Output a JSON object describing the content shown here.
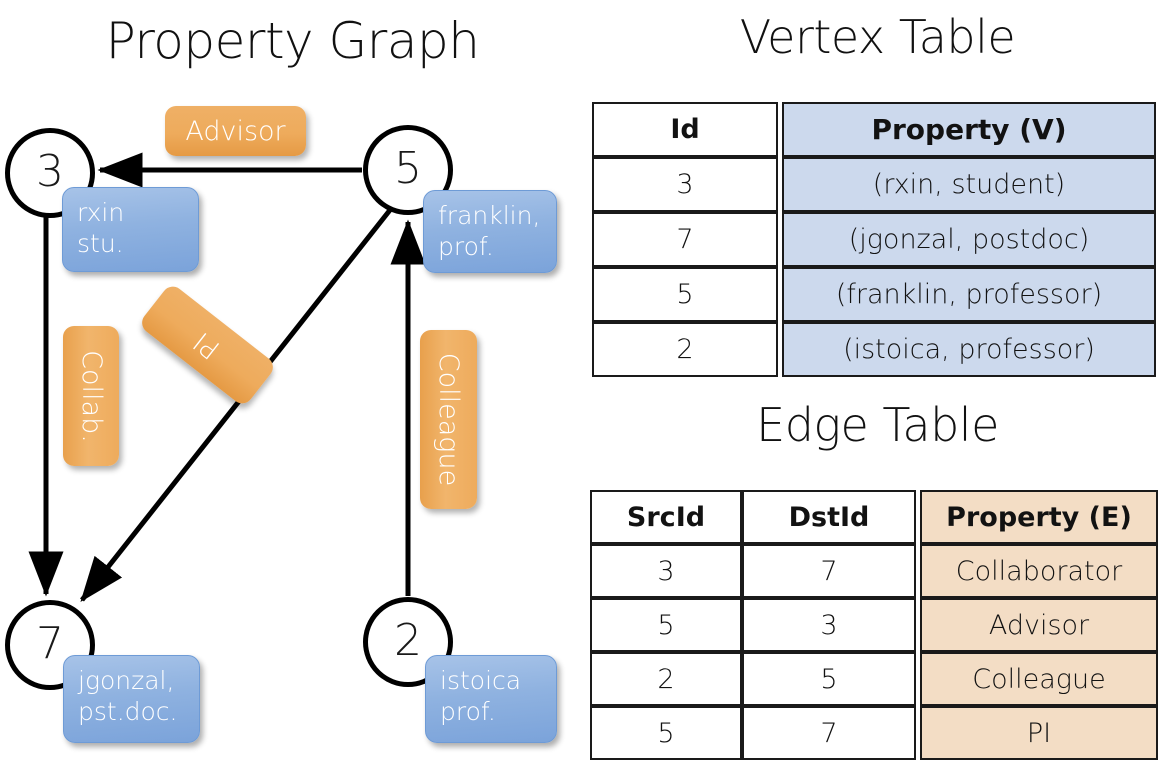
{
  "sections": {
    "graph_title": "Property Graph",
    "vertex_title": "Vertex Table",
    "edge_title": "Edge Table"
  },
  "graph": {
    "nodes": [
      {
        "id": "3",
        "property": "rxin\nstu."
      },
      {
        "id": "5",
        "property": "franklin,\nprof."
      },
      {
        "id": "7",
        "property": "jgonzal,\npst.doc."
      },
      {
        "id": "2",
        "property": "istoica\nprof."
      }
    ],
    "node_labels": {
      "n3": "3",
      "n5": "5",
      "n7": "7",
      "n2": "2"
    },
    "callouts": {
      "rxin_line1": "rxin",
      "rxin_line2": "stu.",
      "franklin_line1": "franklin,",
      "franklin_line2": "prof.",
      "jgonzal_line1": "jgonzal,",
      "jgonzal_line2": "pst.doc.",
      "istoica_line1": "istoica",
      "istoica_line2": "prof."
    },
    "edge_badges": {
      "advisor": "Advisor",
      "collab": "Collab.",
      "pi": "PI",
      "colleague": "Colleague"
    },
    "edges": [
      {
        "src": "5",
        "dst": "3",
        "label": "Advisor"
      },
      {
        "src": "3",
        "dst": "7",
        "label": "Collab."
      },
      {
        "src": "5",
        "dst": "7",
        "label": "PI"
      },
      {
        "src": "2",
        "dst": "5",
        "label": "Colleague"
      }
    ]
  },
  "vertex_table": {
    "headers": [
      "Id",
      "Property (V)"
    ],
    "rows": [
      [
        "3",
        "(rxin, student)"
      ],
      [
        "7",
        "(jgonzal, postdoc)"
      ],
      [
        "5",
        "(franklin, professor)"
      ],
      [
        "2",
        "(istoica, professor)"
      ]
    ]
  },
  "edge_table": {
    "headers": [
      "SrcId",
      "DstId",
      "Property (E)"
    ],
    "rows": [
      [
        "3",
        "7",
        "Collaborator"
      ],
      [
        "5",
        "3",
        "Advisor"
      ],
      [
        "2",
        "5",
        "Colleague"
      ],
      [
        "5",
        "7",
        "PI"
      ]
    ]
  },
  "colors": {
    "vertex_property_fill": "#ccd9ed",
    "edge_property_fill": "#f3ddc5",
    "callout_blue": "#8fb2e0",
    "badge_orange": "#eeab5c",
    "stroke": "#1a1a1a"
  }
}
